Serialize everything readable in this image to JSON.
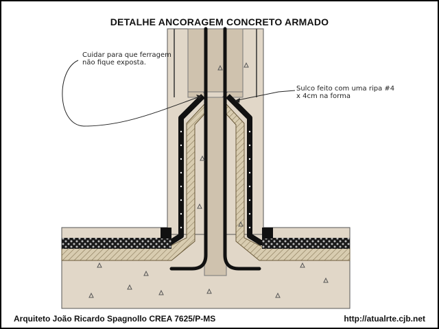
{
  "title": "DETALHE ANCORAGEM CONCRETO ARMADO",
  "notes": {
    "left": "Cuidar para que ferragem não fique exposta.",
    "right": "Sulco feito com uma ripa #4 x 4cm na forma"
  },
  "footer": {
    "author": "Arquiteto João Ricardo Spagnollo CREA 7625/P-MS",
    "url": "http://atualrte.cjb.net"
  },
  "colors": {
    "concrete": "#e1d7c8",
    "concrete_dark": "#cfc2ae",
    "membrane": "#111111",
    "hatch": "#8a7a5a",
    "rebar": "#111111",
    "protection": "#cdbf9c"
  }
}
